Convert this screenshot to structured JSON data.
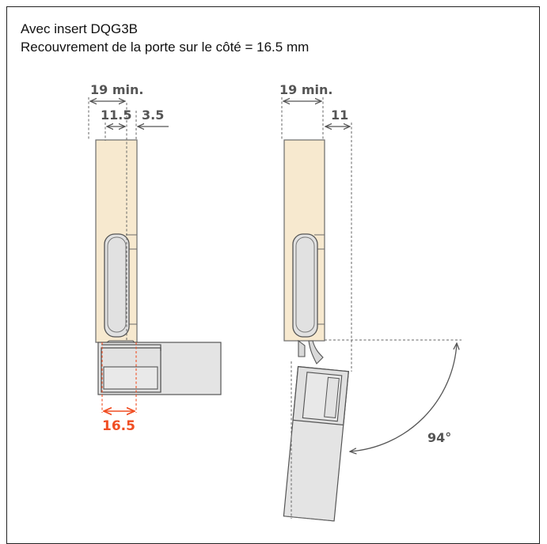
{
  "header": {
    "title_line1": "Avec insert DQG3B",
    "title_line2": "Recouvrement de la porte sur le côté = 16.5 mm"
  },
  "left_diagram": {
    "dim_top": "19 min.",
    "dim_inner": "11.5",
    "dim_gap": "3.5",
    "dim_overlay": "16.5"
  },
  "right_diagram": {
    "dim_top": "19 min.",
    "dim_gap": "11",
    "angle": "94°"
  },
  "colors": {
    "wood": "#f7e9cf",
    "wood_edge": "#6b6b6b",
    "hinge_gray": "#e1e1e1",
    "accent": "#f04e23",
    "line": "#444444"
  }
}
